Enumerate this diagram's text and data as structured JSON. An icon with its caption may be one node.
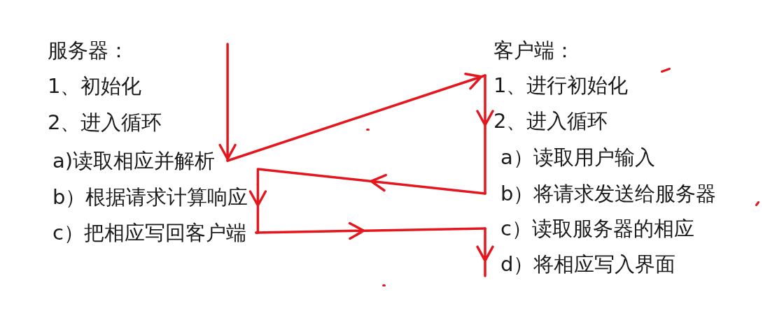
{
  "diagram": {
    "nodes": [
      {
        "text": [
          "a)读取相应并解析"
        ]
      },
      {
        "text": [
          "b）根据请求计算响应"
        ]
      },
      {
        "text": [
          "c）把相应写回客户端"
        ]
      },
      {
        "text": [
          "1、进行初始化"
        ]
      },
      {
        "text": [
          "b）将请求发送给服务器"
        ]
      },
      {
        "text": [
          "c）读取服务器的相应"
        ]
      },
      {
        "text": [
          "d）将相应写入界面"
        ]
      }
    ],
    "edges": [
      {
        "from": null,
        "to": 0,
        "arrow": "to"
      },
      {
        "from": 0,
        "to": 3,
        "arrow": "to"
      },
      {
        "from": 3,
        "to": 4,
        "arrow": "to"
      },
      {
        "from": 4,
        "to": 1,
        "arrow": "to"
      },
      {
        "from": 1,
        "to": 2,
        "arrow": "to"
      },
      {
        "from": 2,
        "to": 5,
        "arrow": "to"
      },
      {
        "from": 5,
        "to": 6,
        "arrow": "to"
      }
    ],
    "labels": [
      "服务器：",
      "1、初始化",
      "2、进入循环",
      "客户端：",
      "2、进入循环",
      "a）读取用户输入"
    ]
  }
}
